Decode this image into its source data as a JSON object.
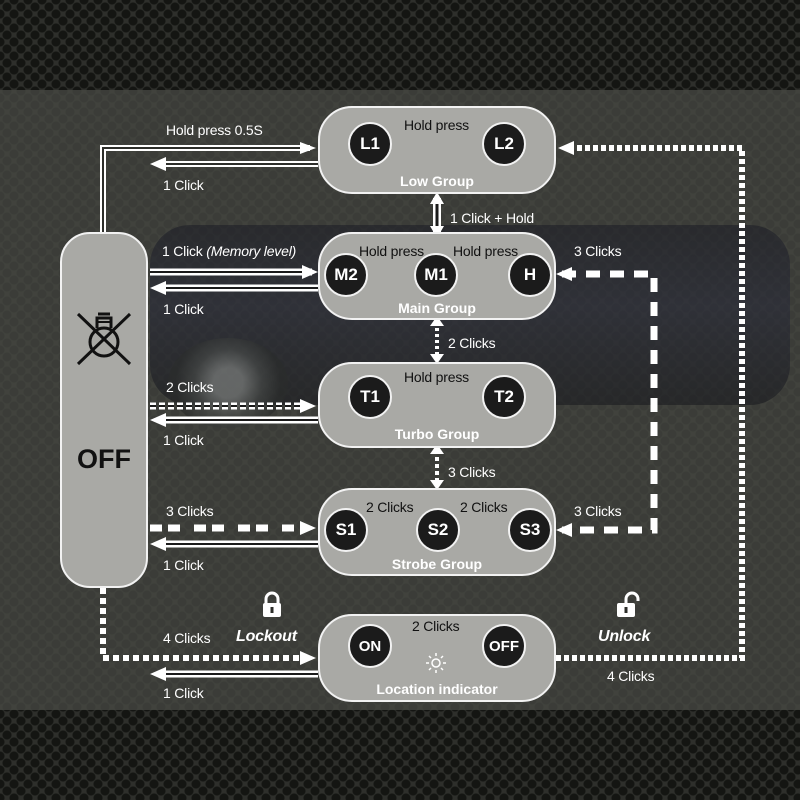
{
  "off_panel": {
    "label": "OFF",
    "icon": "bulb-off-icon"
  },
  "groups": {
    "low": {
      "title": "Low Group",
      "modes": [
        "L1",
        "L2"
      ],
      "transition": "Hold press"
    },
    "main": {
      "title": "Main Group",
      "modes": [
        "M2",
        "M1",
        "H"
      ],
      "transitions": [
        "Hold press",
        "Hold press"
      ]
    },
    "turbo": {
      "title": "Turbo Group",
      "modes": [
        "T1",
        "T2"
      ],
      "transition": "Hold press"
    },
    "strobe": {
      "title": "Strobe Group",
      "modes": [
        "S1",
        "S2",
        "S3"
      ],
      "transitions": [
        "2 Clicks",
        "2 Clicks"
      ]
    },
    "location": {
      "title": "Location indicator",
      "modes": [
        "ON",
        "OFF"
      ],
      "transition": "2 Clicks",
      "icon": "sun-icon"
    }
  },
  "links": {
    "off_to_low": "Hold press 0.5S",
    "low_to_off": "1 Click",
    "off_to_main_a": "1 Click ",
    "off_to_main_b": "(Memory level)",
    "main_to_off": "1 Click",
    "low_main": "1 Click + Hold",
    "main_turbo": "2 Clicks",
    "off_to_turbo": "2 Clicks",
    "turbo_to_off": "1 Click",
    "turbo_strobe": "3 Clicks",
    "off_to_strobe": "3 Clicks",
    "strobe_to_off": "1 Click",
    "main_to_right": "3 Clicks",
    "strobe_to_right": "3 Clicks",
    "off_to_lock": "4 Clicks",
    "lock_to_off": "1 Click",
    "lock_to_low": "4 Clicks",
    "lockout": "Lockout",
    "unlock": "Unlock"
  },
  "icons": [
    "lock-icon",
    "unlock-icon"
  ],
  "colors": {
    "box_fill": "#a9a9a5",
    "mode_circle": "#1b1b1b",
    "arrow_white": "#ffffff",
    "arrow_gray": "#7a7a78"
  }
}
